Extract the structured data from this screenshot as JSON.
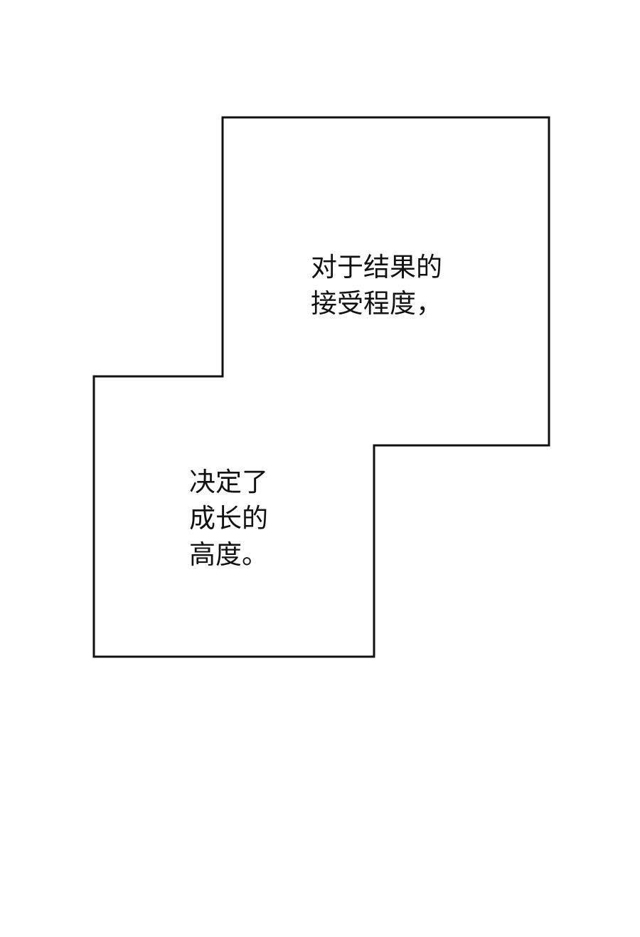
{
  "colors": {
    "background": "#ffffff",
    "border": "#111111",
    "text": "#111111"
  },
  "captions": {
    "top": {
      "lines": [
        "对于结果的",
        "接受程度，"
      ]
    },
    "bottom": {
      "lines": [
        "决定了",
        "成长的",
        "高度。"
      ]
    }
  }
}
